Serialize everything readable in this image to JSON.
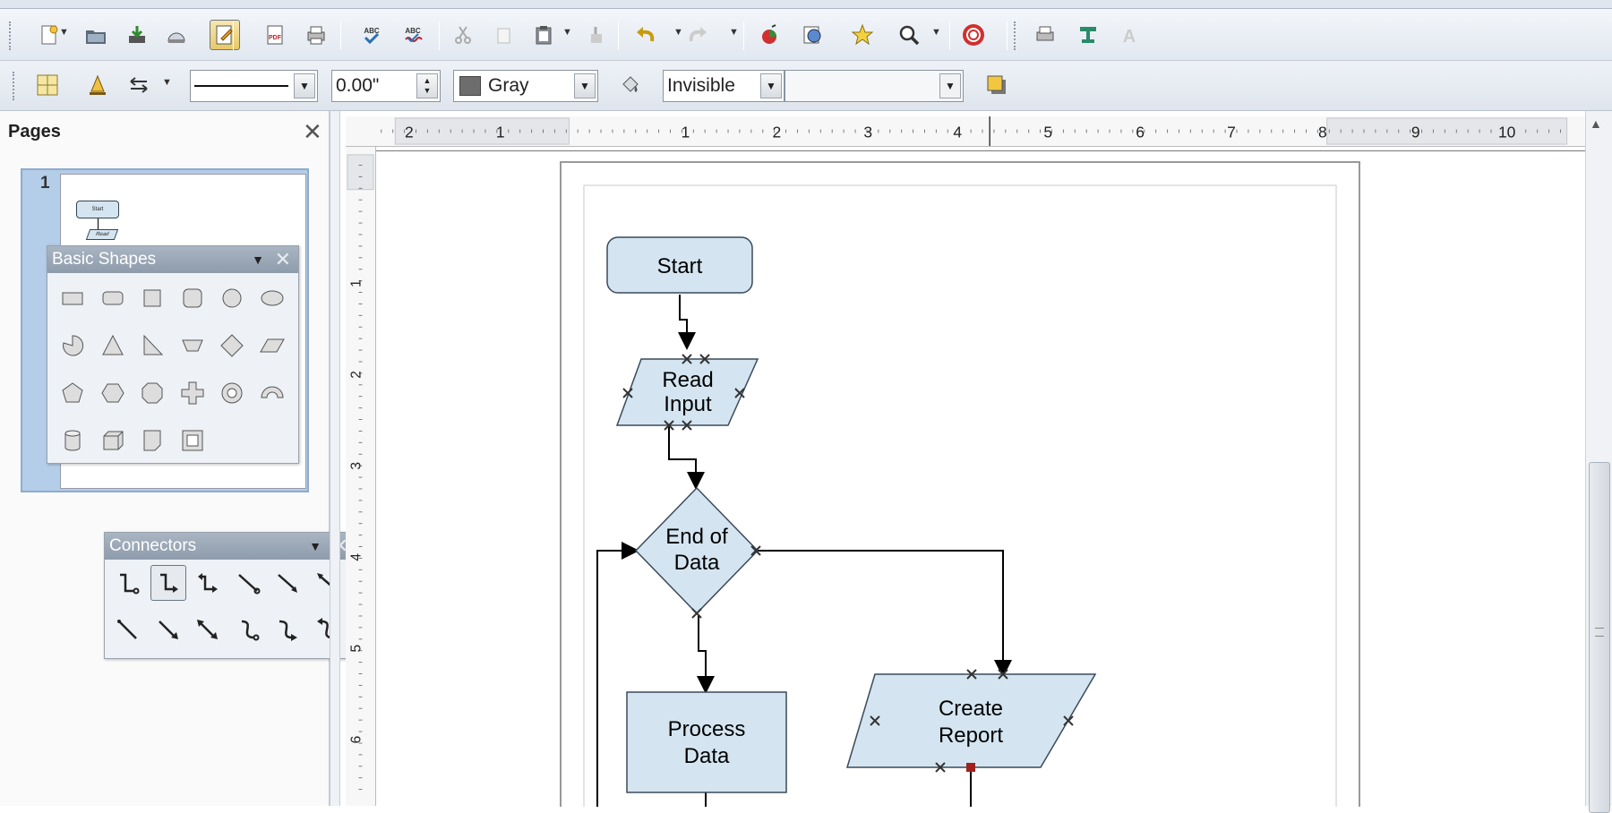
{
  "toolbar_main": {
    "buttons": [
      {
        "name": "new-icon"
      },
      {
        "name": "open-icon"
      },
      {
        "name": "save-icon"
      },
      {
        "name": "email-icon"
      },
      {
        "name": "edit-file-icon",
        "active": true
      },
      {
        "name": "export-pdf-icon"
      },
      {
        "name": "print-icon"
      },
      {
        "name": "spellcheck-icon"
      },
      {
        "name": "autospellcheck-icon"
      },
      {
        "name": "cut-icon"
      },
      {
        "name": "copy-icon"
      },
      {
        "name": "paste-icon"
      },
      {
        "name": "clone-format-icon"
      },
      {
        "name": "undo-icon"
      },
      {
        "name": "redo-icon"
      },
      {
        "name": "chart-icon"
      },
      {
        "name": "navigator-icon"
      },
      {
        "name": "gallery-icon"
      },
      {
        "name": "zoom-icon"
      },
      {
        "name": "help-icon"
      },
      {
        "name": "printer-icon"
      },
      {
        "name": "text-effect-icon"
      },
      {
        "name": "fontwork-icon"
      }
    ]
  },
  "toolbar_line": {
    "line_width_value": "0.00\"",
    "area_color_label": "Gray",
    "area_color_hex": "#6d6d6d",
    "shadow_style_label": "Invisible",
    "blank_combo_value": ""
  },
  "pages_panel": {
    "title": "Pages",
    "page_number": "1",
    "thumb_start_label": "Start",
    "thumb_read_label": "Read"
  },
  "basic_shapes": {
    "title": "Basic Shapes"
  },
  "connectors": {
    "title": "Connectors"
  },
  "ruler": {
    "h_labels": [
      "2",
      "1",
      "1",
      "2",
      "3",
      "4",
      "5",
      "6",
      "7",
      "8",
      "9",
      "10"
    ],
    "v_labels": [
      "1",
      "2",
      "3",
      "4",
      "5",
      "6"
    ]
  },
  "flowchart": {
    "start": "Start",
    "read_input": [
      "Read",
      "Input"
    ],
    "decision": [
      "End of",
      "Data"
    ],
    "process": [
      "Process",
      "Data"
    ],
    "report": [
      "Create",
      "Report"
    ],
    "shape_fill": "#d4e5f1"
  }
}
